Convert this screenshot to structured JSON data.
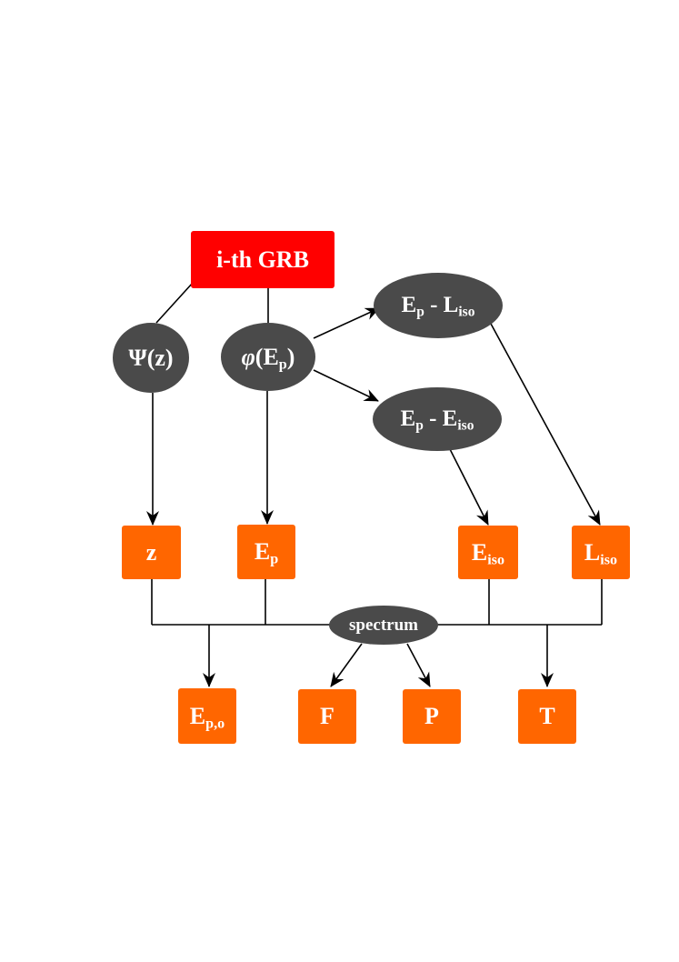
{
  "colors": {
    "root": "#ff0000",
    "quantity": "#ff6600",
    "function": "#4a4a4a",
    "edge": "#000000",
    "text": "#ffffff"
  },
  "nodes": {
    "grb": "i-th GRB",
    "psi": {
      "main": "Ψ(z)"
    },
    "phi": {
      "prefix": "φ",
      "open": "(E",
      "sub": "p",
      "close": ")"
    },
    "ep_liso": {
      "a": "E",
      "a_sub": "p",
      "mid": " - L",
      "b_sub": "iso"
    },
    "ep_eiso": {
      "a": "E",
      "a_sub": "p",
      "mid": " - E",
      "b_sub": "iso"
    },
    "z": "z",
    "ep": {
      "main": "E",
      "sub": "p"
    },
    "eiso": {
      "main": "E",
      "sub": "iso"
    },
    "liso": {
      "main": "L",
      "sub": "iso"
    },
    "spectrum": "spectrum",
    "epo": {
      "main": "E",
      "sub": "p,o"
    },
    "f": "F",
    "p": "P",
    "t": "T"
  }
}
